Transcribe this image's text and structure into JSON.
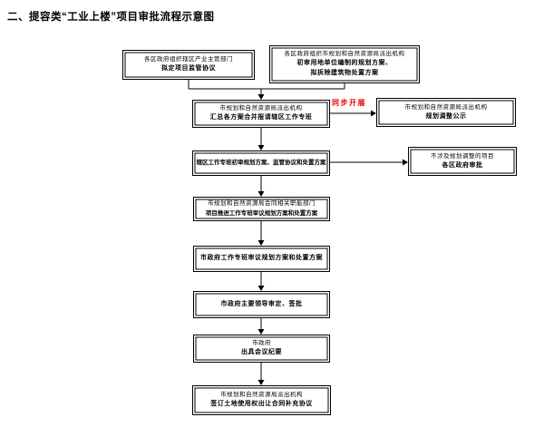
{
  "title": "二、提容类“工业上楼”项目审批流程示意图",
  "colors": {
    "accent_red": "#e60000",
    "line": "#000000",
    "background": "#ffffff"
  },
  "labels": {
    "sync": "同步开展"
  },
  "nodes": {
    "draft_agreement": {
      "actor": "各区政府组织辖区产业主管部门",
      "action": "拟定项目监管协议"
    },
    "initial_review": {
      "actor": "各区政府组织市规划和自然资源局派出机构",
      "action": "初审用地单位编制的规划方案、",
      "action2": "拟拆除建筑物处置方案"
    },
    "consolidate": {
      "actor": "市规划和自然资源局派出机构",
      "action": "汇总各方案合并报请辖区工作专班"
    },
    "plan_publicity": {
      "actor": "市规划和自然资源局派出机构",
      "action": "规划调整公示"
    },
    "district_taskforce_review": {
      "action": "辖区工作专班初审规划方案、监管协议和处置方案"
    },
    "district_approval": {
      "condition": "不涉及规划调整的项目",
      "action": "各区政府审批"
    },
    "promotion_taskforce_review": {
      "actor": "市规划和自然资源局会同相关职能部门",
      "action": "项目推进工作专班审议规划方案和处置方案"
    },
    "city_taskforce_review": {
      "action": "市政府工作专班审议规划方案和处置方案"
    },
    "mayor_signoff": {
      "action": "市政府主要领导审定、签批"
    },
    "meeting_minutes": {
      "actor": "市政府",
      "action": "出具会议纪要"
    },
    "sign_supplement": {
      "actor": "市规划和自然资源局派出机构",
      "action": "签订土地使用权出让合同补充协议"
    }
  }
}
